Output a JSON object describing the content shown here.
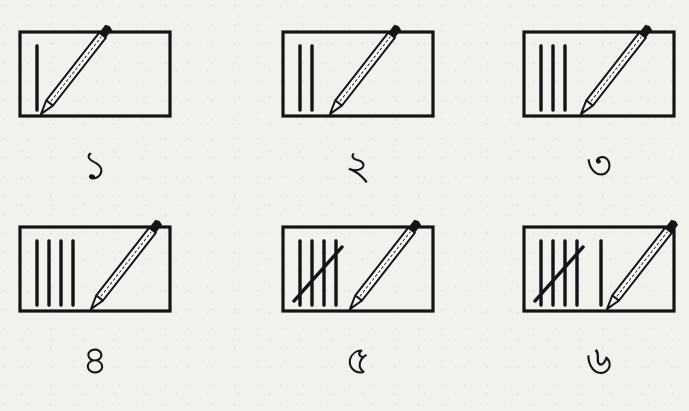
{
  "cells": [
    {
      "numeral": "১",
      "tally": 1
    },
    {
      "numeral": "২",
      "tally": 2
    },
    {
      "numeral": "৩",
      "tally": 3
    },
    {
      "numeral": "৪",
      "tally": 4
    },
    {
      "numeral": "৫",
      "tally": 5
    },
    {
      "numeral": "৬",
      "tally": 6
    }
  ],
  "icons": {
    "box": "tally-box",
    "writer": "pencil-icon"
  }
}
